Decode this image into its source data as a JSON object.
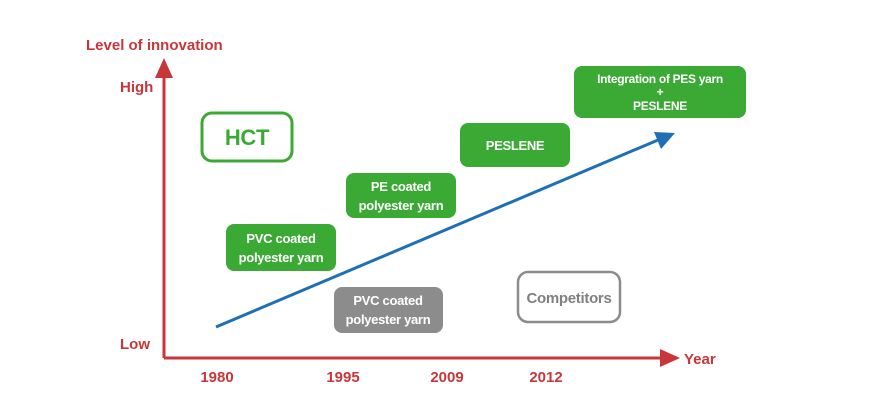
{
  "axes": {
    "y_title": "Level of innovation",
    "y_high": "High",
    "y_low": "Low",
    "x_title": "Year",
    "years": [
      "1980",
      "1995",
      "2009",
      "2012"
    ]
  },
  "boxes": {
    "hct": "HCT",
    "pvc_hct": [
      "PVC coated",
      "polyester yarn"
    ],
    "pe_coated": [
      "PE coated",
      "polyester yarn"
    ],
    "peslene": "PESLENE",
    "integration": [
      "Integration of PES yarn",
      "+",
      "PESLENE"
    ],
    "pvc_competitors": [
      "PVC coated",
      "polyester yarn"
    ],
    "competitors": "Competitors"
  },
  "colors": {
    "axis": "#c9363a",
    "hct_green": "#3aaa35",
    "competitor_gray": "#8c8c8c",
    "trend_arrow": "#1f6fb5"
  }
}
